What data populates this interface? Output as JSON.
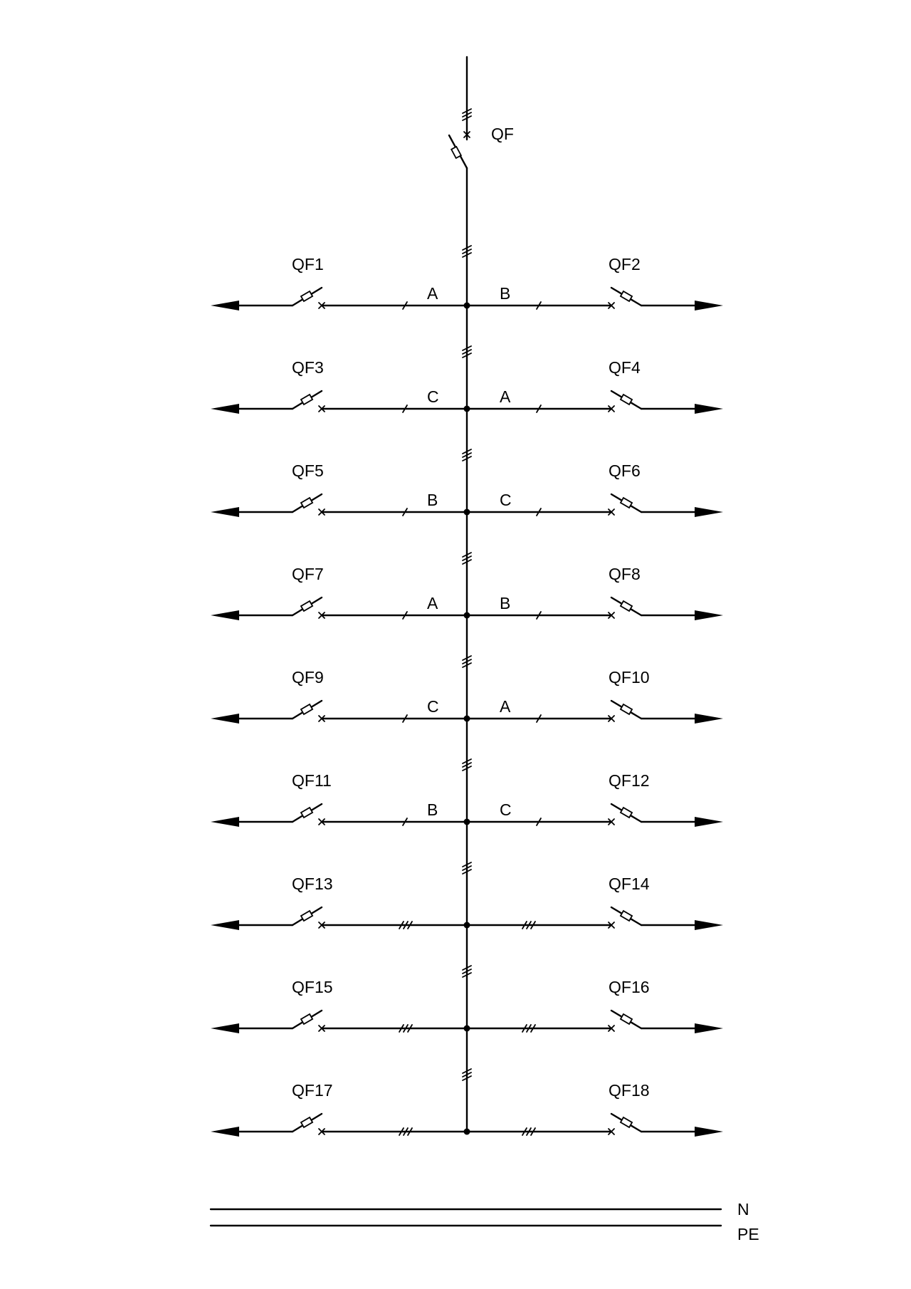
{
  "main_breaker": {
    "label": "QF"
  },
  "branches": [
    {
      "left_label": "QF1",
      "right_label": "QF2",
      "left_phase": "A",
      "right_phase": "B",
      "poles": 1
    },
    {
      "left_label": "QF3",
      "right_label": "QF4",
      "left_phase": "C",
      "right_phase": "A",
      "poles": 1
    },
    {
      "left_label": "QF5",
      "right_label": "QF6",
      "left_phase": "B",
      "right_phase": "C",
      "poles": 1
    },
    {
      "left_label": "QF7",
      "right_label": "QF8",
      "left_phase": "A",
      "right_phase": "B",
      "poles": 1
    },
    {
      "left_label": "QF9",
      "right_label": "QF10",
      "left_phase": "C",
      "right_phase": "A",
      "poles": 1
    },
    {
      "left_label": "QF11",
      "right_label": "QF12",
      "left_phase": "B",
      "right_phase": "C",
      "poles": 1
    },
    {
      "left_label": "QF13",
      "right_label": "QF14",
      "left_phase": "",
      "right_phase": "",
      "poles": 3
    },
    {
      "left_label": "QF15",
      "right_label": "QF16",
      "left_phase": "",
      "right_phase": "",
      "poles": 3
    },
    {
      "left_label": "QF17",
      "right_label": "QF18",
      "left_phase": "",
      "right_phase": "",
      "poles": 3
    }
  ],
  "buses": [
    {
      "label": "N"
    },
    {
      "label": "PE"
    }
  ],
  "colors": {
    "line": "#000000",
    "background": "#ffffff"
  }
}
